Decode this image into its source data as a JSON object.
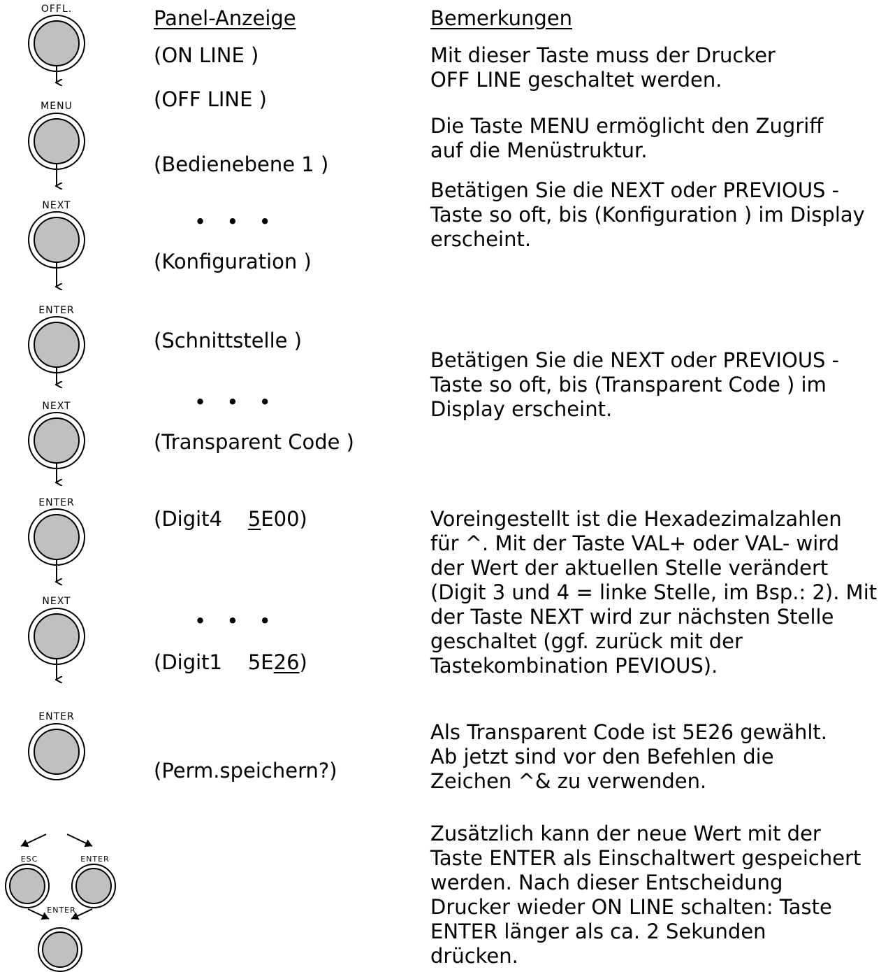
{
  "keys": [
    "OFFL.",
    "MENU",
    "NEXT",
    "ENTER",
    "NEXT",
    "ENTER",
    "NEXT",
    "ENTER",
    "ESC",
    "ENTER",
    "ENTER"
  ],
  "headers": {
    "panel": "Panel-Anzeige",
    "remarks": "Bemerkungen"
  },
  "panel": {
    "online": "(ON LINE )",
    "offline": "(OFF LINE )",
    "level": "(Bedienebene 1 )",
    "ellipsis": "• • •",
    "config": "(Konfiguration )",
    "interface": "(Schnittstelle )",
    "transparent": "(Transparent Code )",
    "digit4_prefix": "(Digit4    ",
    "digit4_under": "5",
    "digit4_suffix": "E00)",
    "digit1_prefix": "(Digit1    5E",
    "digit1_under": "26",
    "digit1_suffix": ")",
    "save": "(Perm.speichern?)"
  },
  "remarks": {
    "r1": [
      "Mit dieser Taste muss der Drucker",
      "OFF LINE geschaltet werden."
    ],
    "r2": [
      "Die Taste MENU ermöglicht den Zugriff",
      "auf die Menüstruktur."
    ],
    "r3": [
      "Betätigen Sie die NEXT oder PREVIOUS -",
      "Taste so oft, bis (Konfiguration ) im Display",
      "erscheint."
    ],
    "r4": [
      "Betätigen Sie die NEXT oder PREVIOUS -",
      "Taste so oft, bis (Transparent Code ) im",
      "Display erscheint."
    ],
    "r5": [
      "Voreingestellt ist die Hexadezimalzahlen",
      "für ^. Mit der Taste VAL+ oder VAL- wird",
      "der Wert der aktuellen Stelle verändert",
      "(Digit 3 und 4 = linke Stelle, im Bsp.: 2). Mit",
      "der Taste NEXT  wird zur nächsten Stelle",
      "geschaltet (ggf. zurück mit der",
      "Tastekombination PEVIOUS)."
    ],
    "r6": [
      "Als Transparent Code ist 5E26 gewählt.",
      "Ab jetzt sind vor den Befehlen die",
      "Zeichen ^& zu verwenden."
    ],
    "r7": [
      "Zusätzlich kann der neue Wert mit der",
      "Taste ENTER als Einschaltwert gespeichert",
      "werden. Nach dieser Entscheidung",
      "Drucker wieder ON LINE schalten: Taste",
      "ENTER länger als ca. 2 Sekunden",
      "drücken."
    ]
  }
}
